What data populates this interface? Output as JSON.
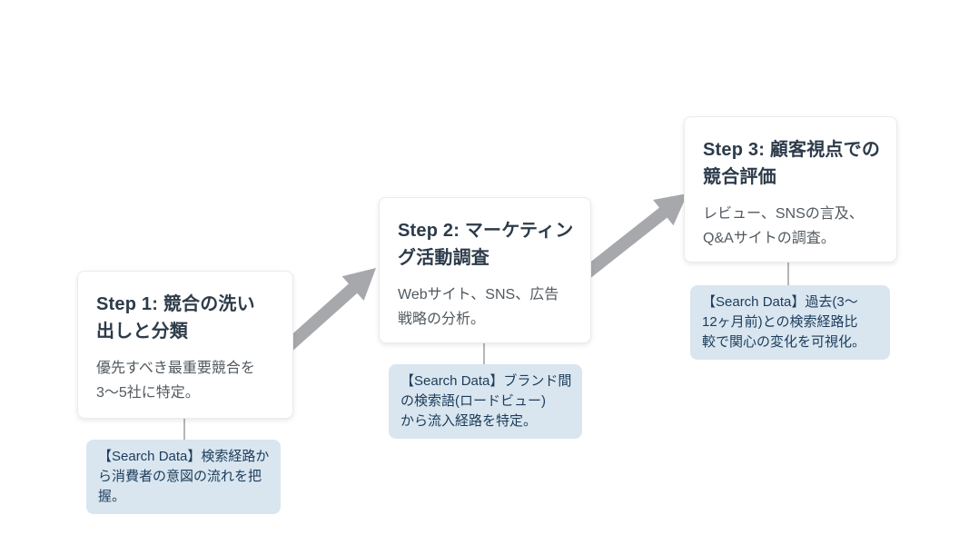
{
  "steps": [
    {
      "label": "Step 1",
      "title": "Step 1: 競合の洗い出しと分類",
      "title_lines": [
        "Step 1: 競合の洗い",
        "出しと分類"
      ],
      "body": "優先すべき最重要競合を3〜5社に特定。",
      "body_lines": [
        "優先すべき最重要競合を",
        "3〜5社に特定。"
      ],
      "note": "【Search Data】検索経路から消費者の意図の流れを把握。",
      "note_lines": [
        "【Search Data】検索経路か",
        "ら消費者の意図の流れを把",
        "握。"
      ]
    },
    {
      "label": "Step 2",
      "title": "Step 2: マーケティング活動調査",
      "title_lines": [
        "Step 2: マーケティン",
        "グ活動調査"
      ],
      "body": "Webサイト、SNS、広告戦略の分析。",
      "body_lines": [
        "Webサイト、SNS、広告",
        "戦略の分析。"
      ],
      "note": "【Search Data】ブランド間の検索語(ロードビュー)から流入経路を特定。",
      "note_lines": [
        "【Search Data】ブランド間",
        "の検索語(ロードビュー)",
        "から流入経路を特定。"
      ]
    },
    {
      "label": "Step 3",
      "title": "Step 3: 顧客視点での競合評価",
      "title_lines": [
        "Step 3: 顧客視点での",
        "競合評価"
      ],
      "body": "レビュー、SNSの言及、Q&Aサイトの調査。",
      "body_lines": [
        "レビュー、SNSの言及、",
        "Q&Aサイトの調査。"
      ],
      "note": "【Search Data】過去(3〜12ヶ月前)との検索経路比較で関心の変化を可視化。",
      "note_lines": [
        "【Search Data】過去(3〜",
        "12ヶ月前)との検索経路比",
        "較で関心の変化を可視化。"
      ]
    }
  ],
  "colors": {
    "page_bg": "#ffffff",
    "card_bg": "#ffffff",
    "card_border": "#ebebeb",
    "title_text": "#2d3b4a",
    "body_text": "#52595f",
    "note_bg": "#d9e6f0",
    "note_text": "#1c3c5a",
    "arrow": "#a6a8ac",
    "connector": "#b4b6ba"
  }
}
